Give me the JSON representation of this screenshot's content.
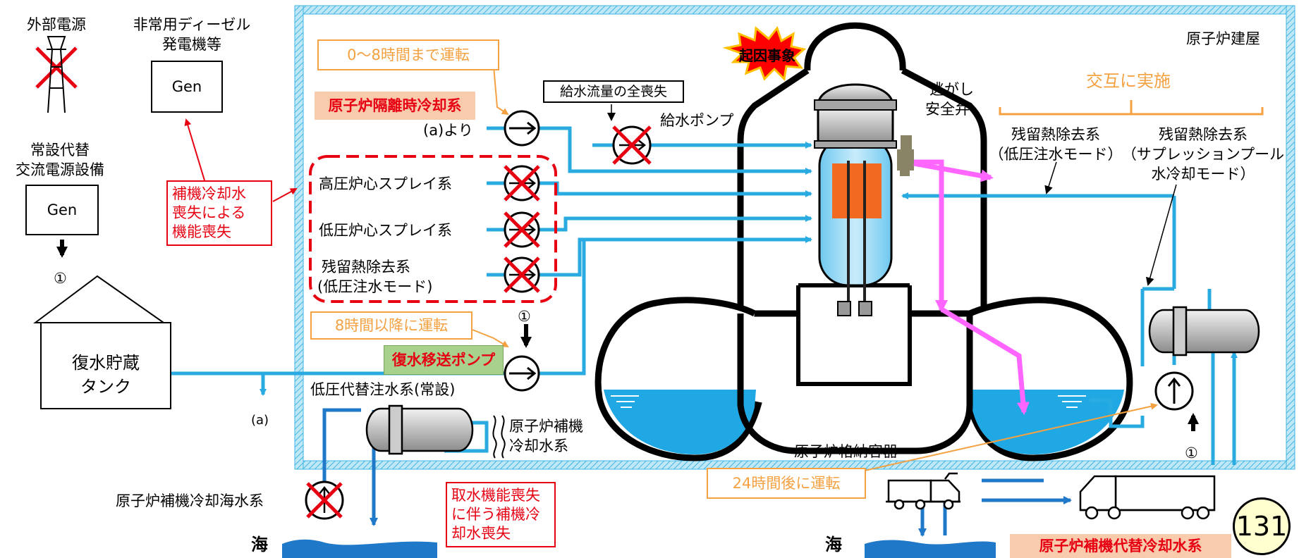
{
  "labels": {
    "external_power": "外部電源",
    "emergency_diesel_line1": "非常用ディーゼル",
    "emergency_diesel_line2": "発電機等",
    "gen": "Gen",
    "permanent_ac_line1": "常設代替",
    "permanent_ac_line2": "交流電源設備",
    "circle_one": "①",
    "condensate_tank_line1": "復水貯蔵",
    "condensate_tank_line2": "タンク",
    "branch_a": "(a)",
    "from_a": "(a)より",
    "aux_cooling_loss": "補機冷却水\n喪失による\n機能喪失",
    "run_0_8h": "0～8時間まで運転",
    "rcic": "原子炉隔離時冷却系",
    "feedwater_loss": "給水流量の全喪失",
    "feedwater_pump": "給水ポンプ",
    "initiating_event": "起因事象",
    "srv_line1": "逃がし",
    "srv_line2": "安全弁",
    "reactor_building": "原子炉建屋",
    "alternate": "交互に実施",
    "hpcs": "高圧炉心スプレイ系",
    "lpcs": "低圧炉心スプレイ系",
    "rhr_lpci_line1": "残留熱除去系",
    "rhr_lpci_line2": "(低圧注水モード)",
    "rhr_right1_line1": "残留熱除去系",
    "rhr_right1_line2": "（低圧注水モード）",
    "rhr_right2_line1": "残留熱除去系",
    "rhr_right2_line2": "（サプレッションプール",
    "rhr_right2_line3": "水冷却モード）",
    "run_after_8h": "8時間以降に運転",
    "condensate_transfer_pump": "復水移送ポンプ",
    "low_pressure_alt_injection": "低圧代替注水系(常設)",
    "rccw_line1": "原子炉補機",
    "rccw_line2": "冷却水系",
    "rcsw": "原子炉補機冷却海水系",
    "sea": "海",
    "intake_loss": "取水機能喪失\nに伴う補機冷\n却水喪失",
    "containment": "原子炉格納容器",
    "run_after_24h": "24時間後に運転",
    "alt_aux_cooling": "原子炉補機代替冷却水系",
    "page_number": "131"
  }
}
